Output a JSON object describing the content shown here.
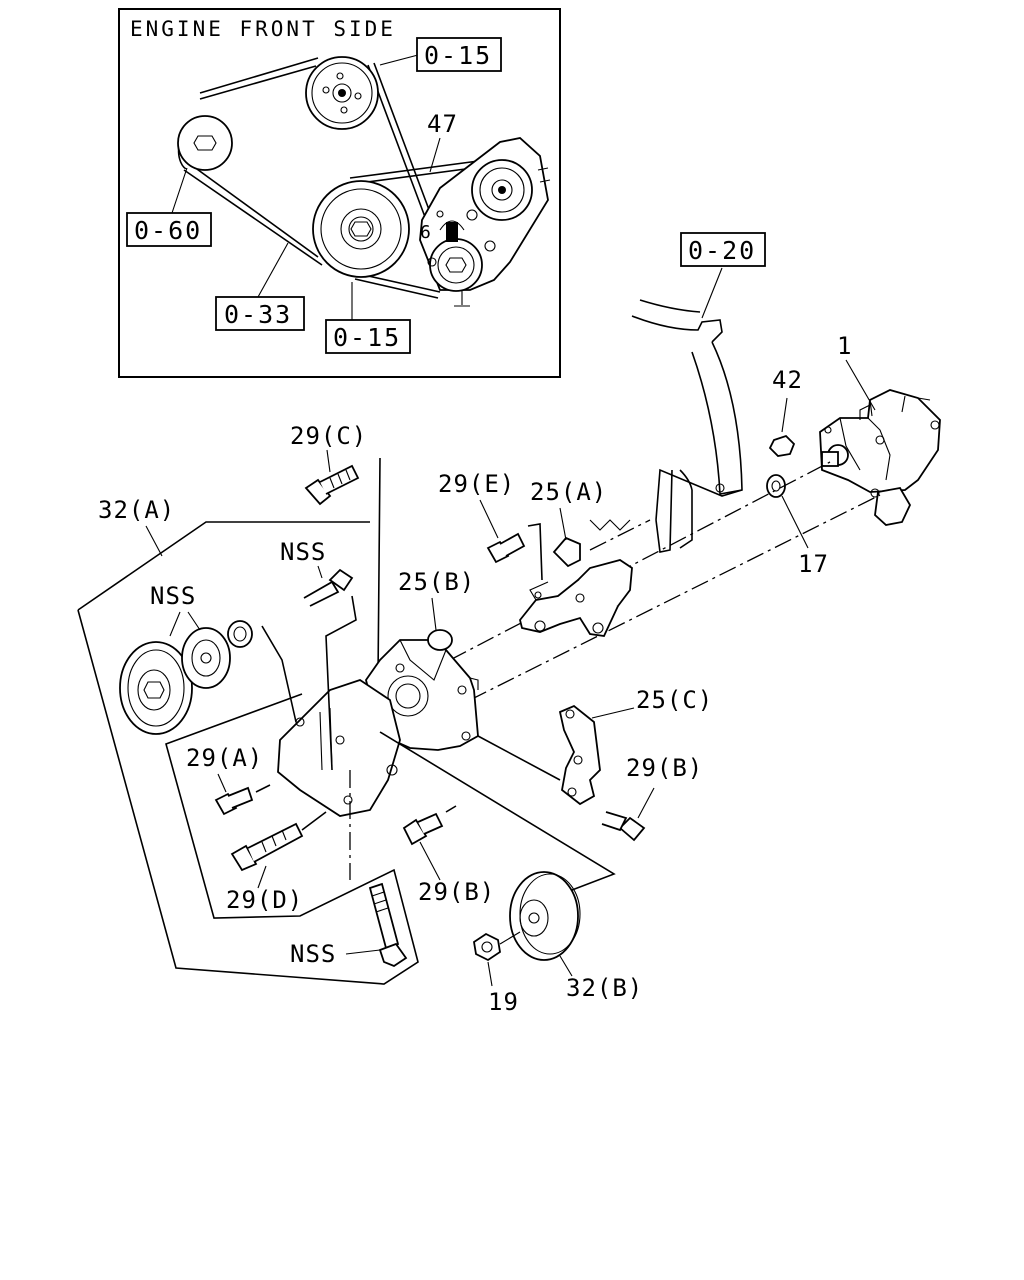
{
  "inset": {
    "title": "ENGINE FRONT SIDE",
    "refs": {
      "ref_015_top": "0-15",
      "ref_060": "0-60",
      "ref_033": "0-33",
      "ref_015_bottom": "0-15",
      "belt": "47",
      "mark6": "6"
    }
  },
  "main": {
    "ref_020": "0-20",
    "labels": {
      "pump": "1",
      "nut42": "42",
      "washer17": "17",
      "bolt29c": "29(C)",
      "bolt29e": "29(E)",
      "bracket25a": "25(A)",
      "bracket25b": "25(B)",
      "bracket25c": "25(C)",
      "pulley32a": "32(A)",
      "nss1": "NSS",
      "nss2": "NSS",
      "nss3": "NSS",
      "bolt29a": "29(A)",
      "bolt29b_right": "29(B)",
      "bolt29b_lower": "29(B)",
      "bolt29d": "29(D)",
      "nut19": "19",
      "pulley32b": "32(B)"
    }
  }
}
